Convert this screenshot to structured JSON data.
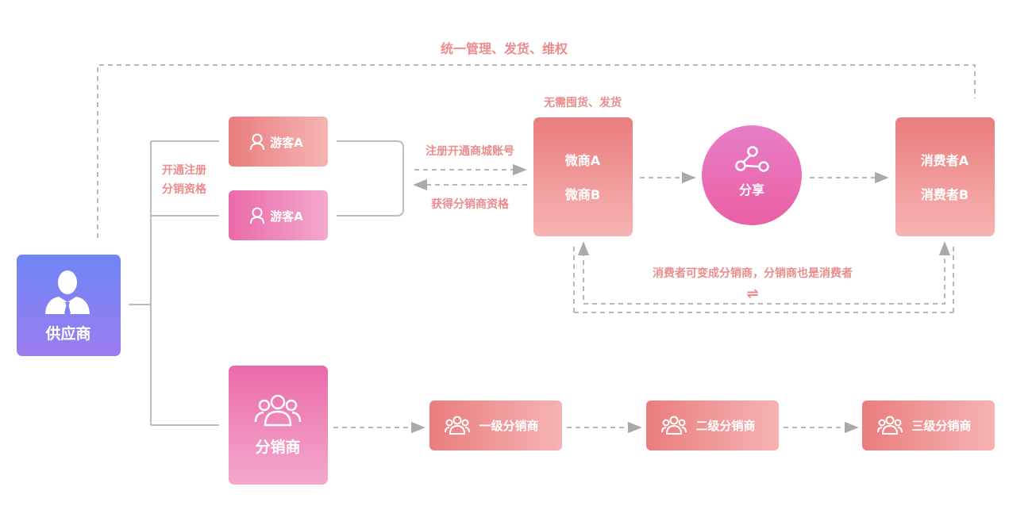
{
  "colors": {
    "line": "#bdbdbd",
    "label_text": "#ea8c8c",
    "supplier_gradient": [
      "#6f86f5",
      "#9a7cf0"
    ],
    "salmon_gradient": [
      "#ea7d7d",
      "#f6b3b3"
    ],
    "pink_gradient": [
      "#ea6aa9",
      "#f4a8cd"
    ]
  },
  "labels": {
    "top": "统一管理、发货、维权",
    "open_register": [
      "开通注册",
      "分销资格"
    ],
    "no_stock": "无需囤货、发货",
    "register_mall": "注册开通商城账号",
    "get_distributor": "获得分销商资格",
    "consumer_loop": "消费者可变成分销商，分销商也是消费者",
    "exchange_symbol": "⇌"
  },
  "nodes": {
    "supplier": {
      "label": "供应商",
      "icon": "user-tie-icon"
    },
    "visitor_a1": {
      "label": "游客A",
      "icon": "user-outline-icon"
    },
    "visitor_a2": {
      "label": "游客A",
      "icon": "user-outline-icon"
    },
    "micro_merchant": {
      "lines": [
        "微商A",
        "微商B"
      ]
    },
    "share": {
      "label": "分享",
      "icon": "share-icon"
    },
    "consumers": {
      "lines": [
        "消费者A",
        "消费者B"
      ]
    },
    "distributor": {
      "label": "分销商",
      "icon": "users-icon"
    },
    "level1": {
      "label": "一级分销商",
      "icon": "users-icon"
    },
    "level2": {
      "label": "二级分销商",
      "icon": "users-icon"
    },
    "level3": {
      "label": "三级分销商",
      "icon": "users-icon"
    }
  }
}
